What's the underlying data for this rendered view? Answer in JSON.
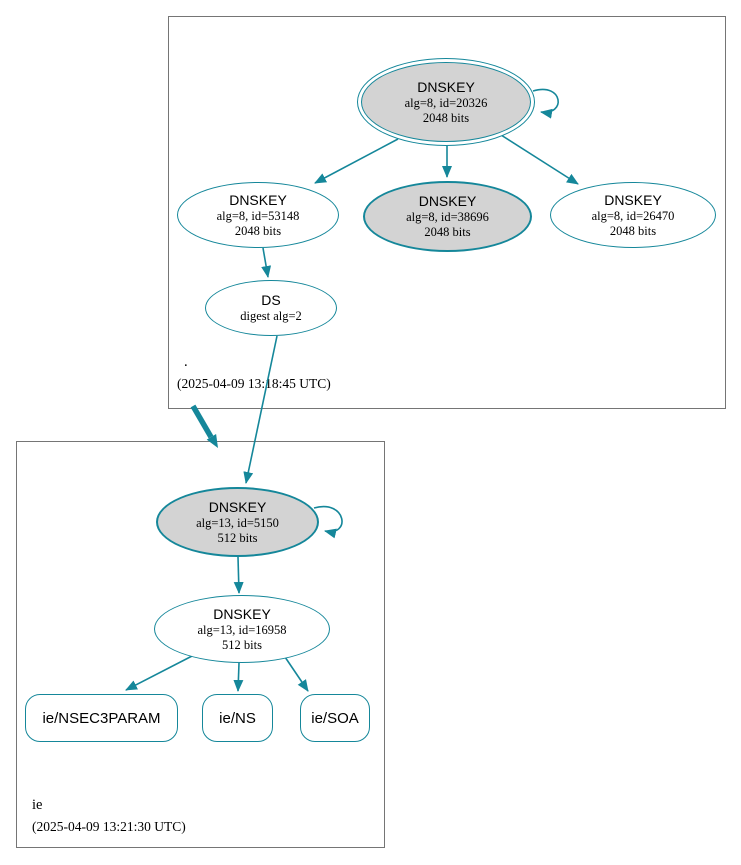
{
  "diagram_type": "dnssec-authentication-chain",
  "colors": {
    "secure_edge": "#15879a",
    "ksk_fill": "#d3d3d3",
    "node_fill": "#ffffff",
    "cluster_border": "#757575",
    "text": "#000000"
  },
  "root_zone": {
    "label": ".",
    "timestamp": "(2025-04-09 13:18:45 UTC)",
    "ksk": {
      "title": "DNSKEY",
      "detail": "alg=8, id=20326",
      "size": "2048 bits"
    },
    "key_left": {
      "title": "DNSKEY",
      "detail": "alg=8, id=53148",
      "size": "2048 bits"
    },
    "key_middle": {
      "title": "DNSKEY",
      "detail": "alg=8, id=38696",
      "size": "2048 bits"
    },
    "key_right": {
      "title": "DNSKEY",
      "detail": "alg=8, id=26470",
      "size": "2048 bits"
    },
    "ds": {
      "title": "DS",
      "detail": "digest alg=2"
    }
  },
  "ie_zone": {
    "label": "ie",
    "timestamp": "(2025-04-09 13:21:30 UTC)",
    "ksk": {
      "title": "DNSKEY",
      "detail": "alg=13, id=5150",
      "size": "512 bits"
    },
    "zsk": {
      "title": "DNSKEY",
      "detail": "alg=13, id=16958",
      "size": "512 bits"
    },
    "records": [
      {
        "label": "ie/NSEC3PARAM"
      },
      {
        "label": "ie/NS"
      },
      {
        "label": "ie/SOA"
      }
    ]
  }
}
